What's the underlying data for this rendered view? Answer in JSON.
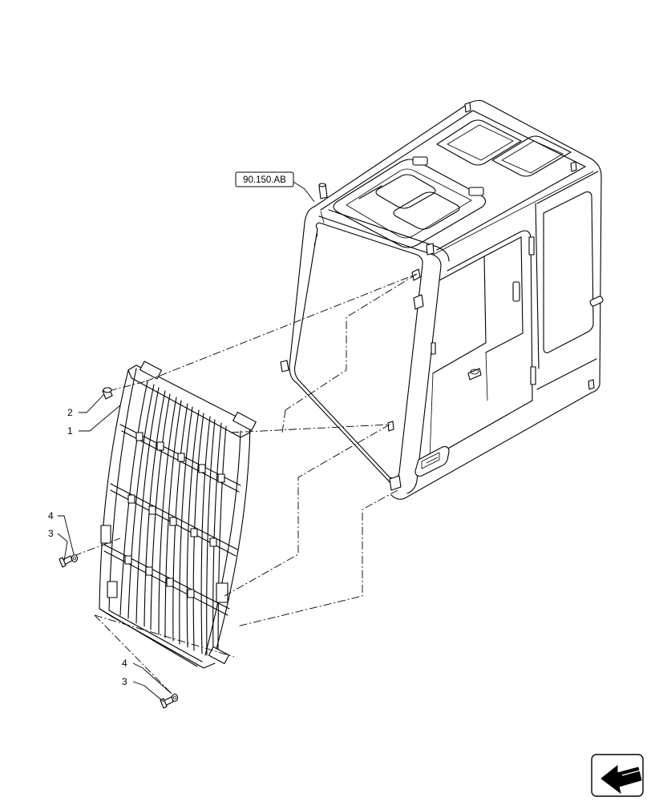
{
  "reference_label": "90.150.AB",
  "callouts": [
    {
      "id": "callout-2-top",
      "text": "2"
    },
    {
      "id": "callout-1-top",
      "text": "1"
    },
    {
      "id": "callout-4-mid",
      "text": "4"
    },
    {
      "id": "callout-3-mid",
      "text": "3"
    },
    {
      "id": "callout-4-bottom",
      "text": "4"
    },
    {
      "id": "callout-3-bottom",
      "text": "3"
    }
  ],
  "navigation_icon": "arrow-previous-icon"
}
